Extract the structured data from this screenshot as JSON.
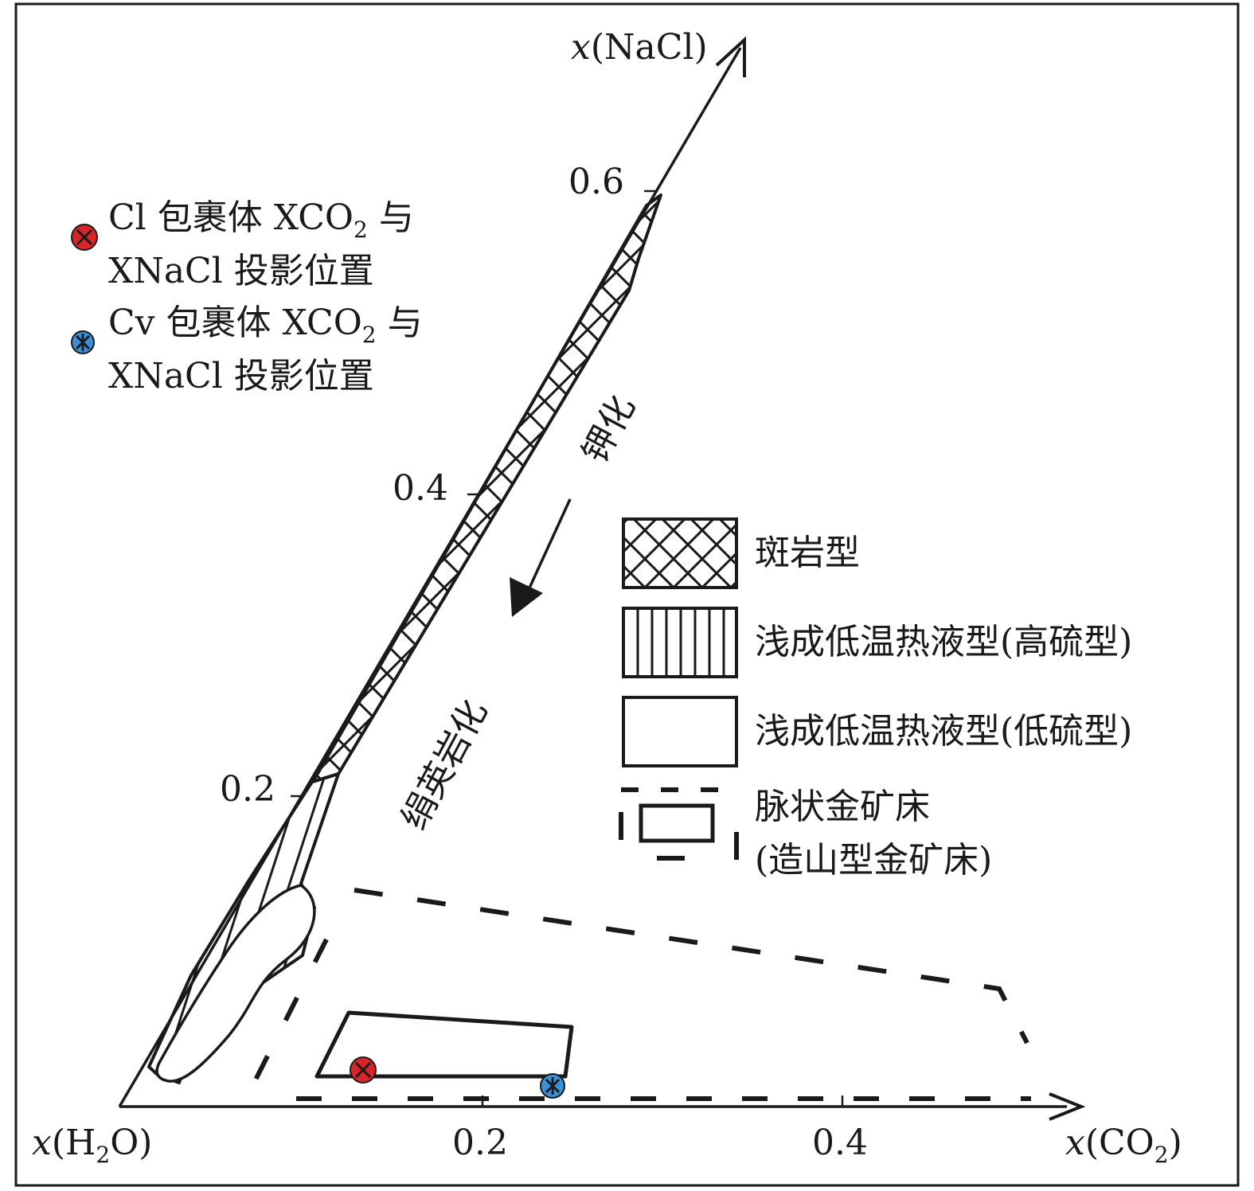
{
  "axes": {
    "origin_label": {
      "var": "x",
      "open": "(H",
      "sub": "2",
      "close": "O)"
    },
    "x_label": {
      "var": "x",
      "open": "(CO",
      "sub": "2",
      "close": ")"
    },
    "y_label": {
      "var": "x",
      "text": "(NaCl)"
    },
    "x_ticks": [
      "0.2",
      "0.4"
    ],
    "y_ticks": [
      "0.2",
      "0.4",
      "0.6"
    ]
  },
  "process_labels": {
    "potassic": "钾化",
    "sericitic": "绢英岩化"
  },
  "point_legend": {
    "cl": {
      "line1_a": "Cl 包裹体 XCO",
      "line1_sub": "2",
      "line1_b": " 与",
      "line2": "XNaCl 投影位置",
      "color": "#d9252a"
    },
    "cv": {
      "line1_a": "Cv 包裹体 XCO",
      "line1_sub": "2",
      "line1_b": " 与",
      "line2": "XNaCl 投影位置",
      "color": "#3a8fd6"
    }
  },
  "region_legend": {
    "porphyry": "斑岩型",
    "high_sulfidation": "浅成低温热液型(高硫型)",
    "low_sulfidation": "浅成低温热液型(低硫型)",
    "vein_gold_1": "脉状金矿床",
    "vein_gold_2": "(造山型金矿床)"
  },
  "colors": {
    "cl_marker": "#d9252a",
    "cv_marker": "#3a8fd6",
    "ink": "#1a1a1a"
  }
}
